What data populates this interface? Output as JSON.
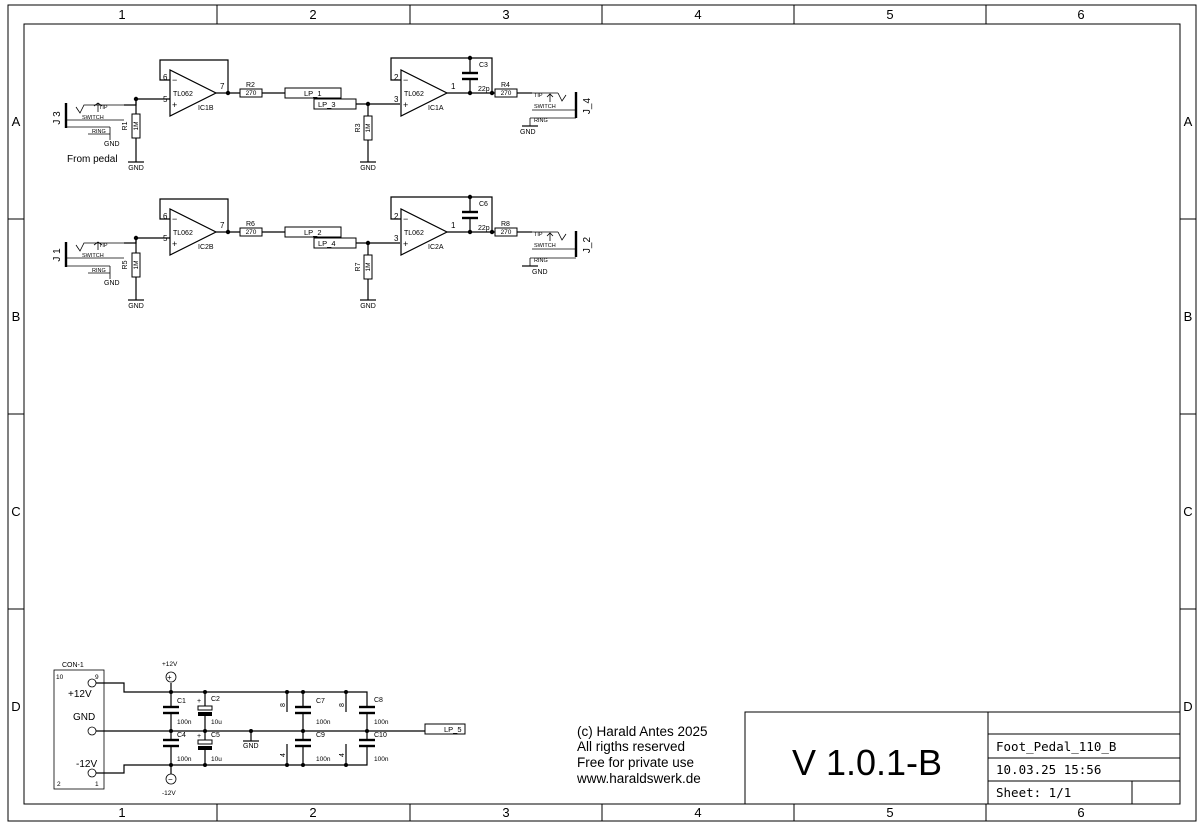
{
  "frame": {
    "columns": [
      "1",
      "2",
      "3",
      "4",
      "5",
      "6"
    ],
    "rows": [
      "A",
      "B",
      "C",
      "D"
    ]
  },
  "channel_a": {
    "input_jack": "J 3",
    "input_caption": "From pedal",
    "jack_tip": "TIP",
    "jack_switch": "SWITCH",
    "jack_ring": "RING",
    "gnd": "GND",
    "r_in": {
      "ref": "R1",
      "value": "1M"
    },
    "buffer": {
      "part": "TL062",
      "ref": "IC1B",
      "pin_inv": "6",
      "pin_noninv": "5",
      "pin_out": "7"
    },
    "r_series": {
      "ref": "R2",
      "value": "270"
    },
    "label_out": "LP_1",
    "label_in": "LP_3",
    "r_bias": {
      "ref": "R3",
      "value": "1M"
    },
    "output_amp": {
      "part": "TL062",
      "ref": "IC1A",
      "pin_inv": "2",
      "pin_noninv": "3",
      "pin_out": "1"
    },
    "cap_fb": {
      "ref": "C3",
      "value": "22p"
    },
    "r_out": {
      "ref": "R4",
      "value": "270"
    },
    "output_jack": "J_4"
  },
  "channel_b": {
    "input_jack": "J 1",
    "jack_tip": "TIP",
    "jack_switch": "SWITCH",
    "jack_ring": "RING",
    "gnd": "GND",
    "r_in": {
      "ref": "R5",
      "value": "1M"
    },
    "buffer": {
      "part": "TL062",
      "ref": "IC2B",
      "pin_inv": "6",
      "pin_noninv": "5",
      "pin_out": "7"
    },
    "r_series": {
      "ref": "R6",
      "value": "270"
    },
    "label_out": "LP_2",
    "label_in": "LP_4",
    "r_bias": {
      "ref": "R7",
      "value": "1M"
    },
    "output_amp": {
      "part": "TL062",
      "ref": "IC2A",
      "pin_inv": "2",
      "pin_noninv": "3",
      "pin_out": "1"
    },
    "cap_fb": {
      "ref": "C6",
      "value": "22p"
    },
    "r_out": {
      "ref": "R8",
      "value": "270"
    },
    "output_jack": "J_2"
  },
  "power": {
    "connector": "CON-1",
    "pin_top": "10",
    "pin_top_right": "9",
    "pin_bottom": "2",
    "pin_bottom_right": "1",
    "plus_label": "+12V",
    "gnd_label": "GND",
    "minus_label": "-12V",
    "supply_pos": "+12V",
    "supply_neg": "-12V",
    "gnd_symbol": "GND",
    "c1": {
      "ref": "C1",
      "value": "100n"
    },
    "c2": {
      "ref": "C2",
      "value": "10u"
    },
    "c4": {
      "ref": "C4",
      "value": "100n"
    },
    "c5": {
      "ref": "C5",
      "value": "10u"
    },
    "c7": {
      "ref": "C7",
      "value": "100n"
    },
    "c8": {
      "ref": "C8",
      "value": "100n"
    },
    "c9": {
      "ref": "C9",
      "value": "100n"
    },
    "c10": {
      "ref": "C10",
      "value": "100n"
    },
    "ic_pin_vcc": "8",
    "ic_pin_vee": "4",
    "polarity_plus": "+",
    "net_label": "LP_5"
  },
  "copyright": {
    "line1": "(c) Harald Antes 2025",
    "line2": "All rigths reserved",
    "line3": "Free for private use",
    "line4": "www.haraldswerk.de"
  },
  "title_block": {
    "version": "V 1.0.1-B",
    "project": "Foot_Pedal_110_B",
    "date": "10.03.25 15:56",
    "sheet": "Sheet: 1/1"
  }
}
